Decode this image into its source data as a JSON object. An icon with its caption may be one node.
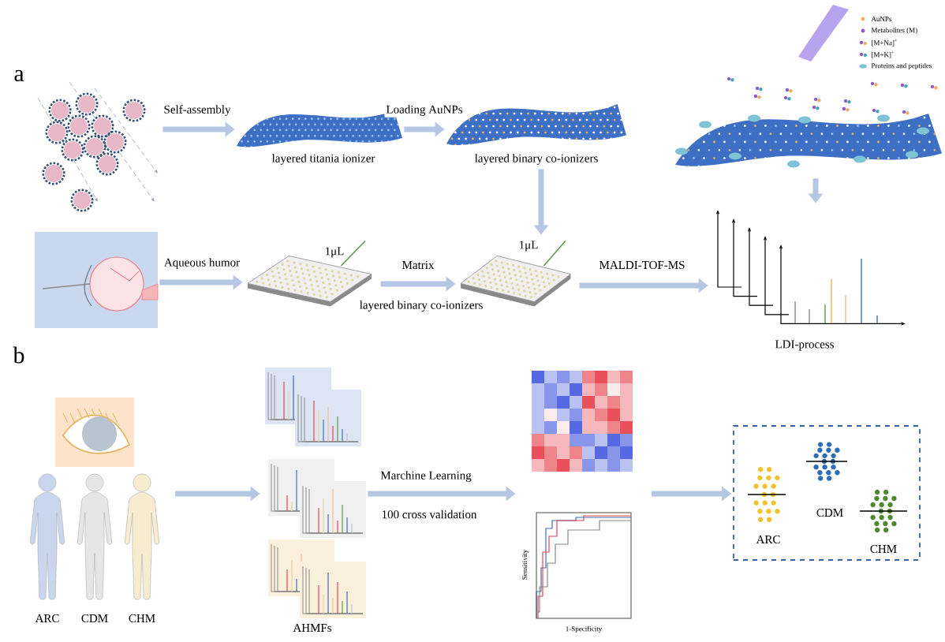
{
  "diagram": {
    "nodes": [
      {
        "text": [],
        "shape": "picture"
      },
      {
        "text": [
          "layered titania ionizer"
        ]
      },
      {
        "text": [
          "layered binary co-ionizers"
        ]
      },
      {
        "text": [],
        "shape": "picture"
      },
      {
        "text": [],
        "shape": "picture"
      },
      {
        "text": [],
        "shape": "picture",
        "beside": [
          "1μL"
        ]
      },
      {
        "text": [],
        "shape": "picture",
        "beside": [
          "1μL"
        ]
      },
      {
        "text": [
          "LDI-process"
        ]
      },
      {
        "text": [],
        "shape": "picture"
      },
      {
        "text": [
          "ARC"
        ]
      },
      {
        "text": [
          "CDM"
        ]
      },
      {
        "text": [
          "CHM"
        ]
      },
      {
        "text": [
          "AHMFs"
        ]
      },
      {
        "text": [],
        "shape": "picture"
      },
      {
        "text": [],
        "shape": "picture"
      },
      {
        "text": [],
        "shape": "box"
      },
      {
        "text": [
          "ARC"
        ],
        "in": 15
      },
      {
        "text": [
          "CDM"
        ],
        "in": 15
      },
      {
        "text": [
          "CHM"
        ],
        "in": 15
      }
    ],
    "edges": [
      {
        "from": 0,
        "to": 1,
        "arrow": "to",
        "label": "Self-assembly"
      },
      {
        "from": 1,
        "to": 2,
        "arrow": "to",
        "label": "Loading AuNPs"
      },
      {
        "from": 2,
        "to": 6,
        "arrow": "to"
      },
      {
        "from": 4,
        "to": 5,
        "arrow": "to",
        "label": "Aqueous humor"
      },
      {
        "from": 5,
        "to": 6,
        "arrow": "to",
        "label": "Matrix"
      },
      {
        "from": 6,
        "to": 7,
        "arrow": "to",
        "label": "MALDI-TOF-MS"
      },
      {
        "from": 3,
        "to": 7,
        "arrow": "to"
      },
      {
        "from": null,
        "to": 12,
        "arrow": "to"
      },
      {
        "from": 12,
        "to": 14,
        "arrow": "to",
        "label": "Marchine Learning"
      },
      {
        "from": null,
        "to": 15,
        "arrow": "to"
      }
    ],
    "labels": [
      "a",
      "b",
      "layered binary co-ionizers",
      "100 cross validation",
      "Sensitivity",
      "1-Specificity"
    ],
    "legend": [
      {
        "text": "AuNPs",
        "color": "#e9b15d"
      },
      {
        "text": "Metabolites (M)",
        "color": "#8e5ac8"
      },
      {
        "text": "[M+Na]$^{+}$"
      },
      {
        "text": "[M+K]$^{+}$"
      },
      {
        "text": "Proteins and peptides",
        "color": "#7ec3d6"
      }
    ]
  }
}
